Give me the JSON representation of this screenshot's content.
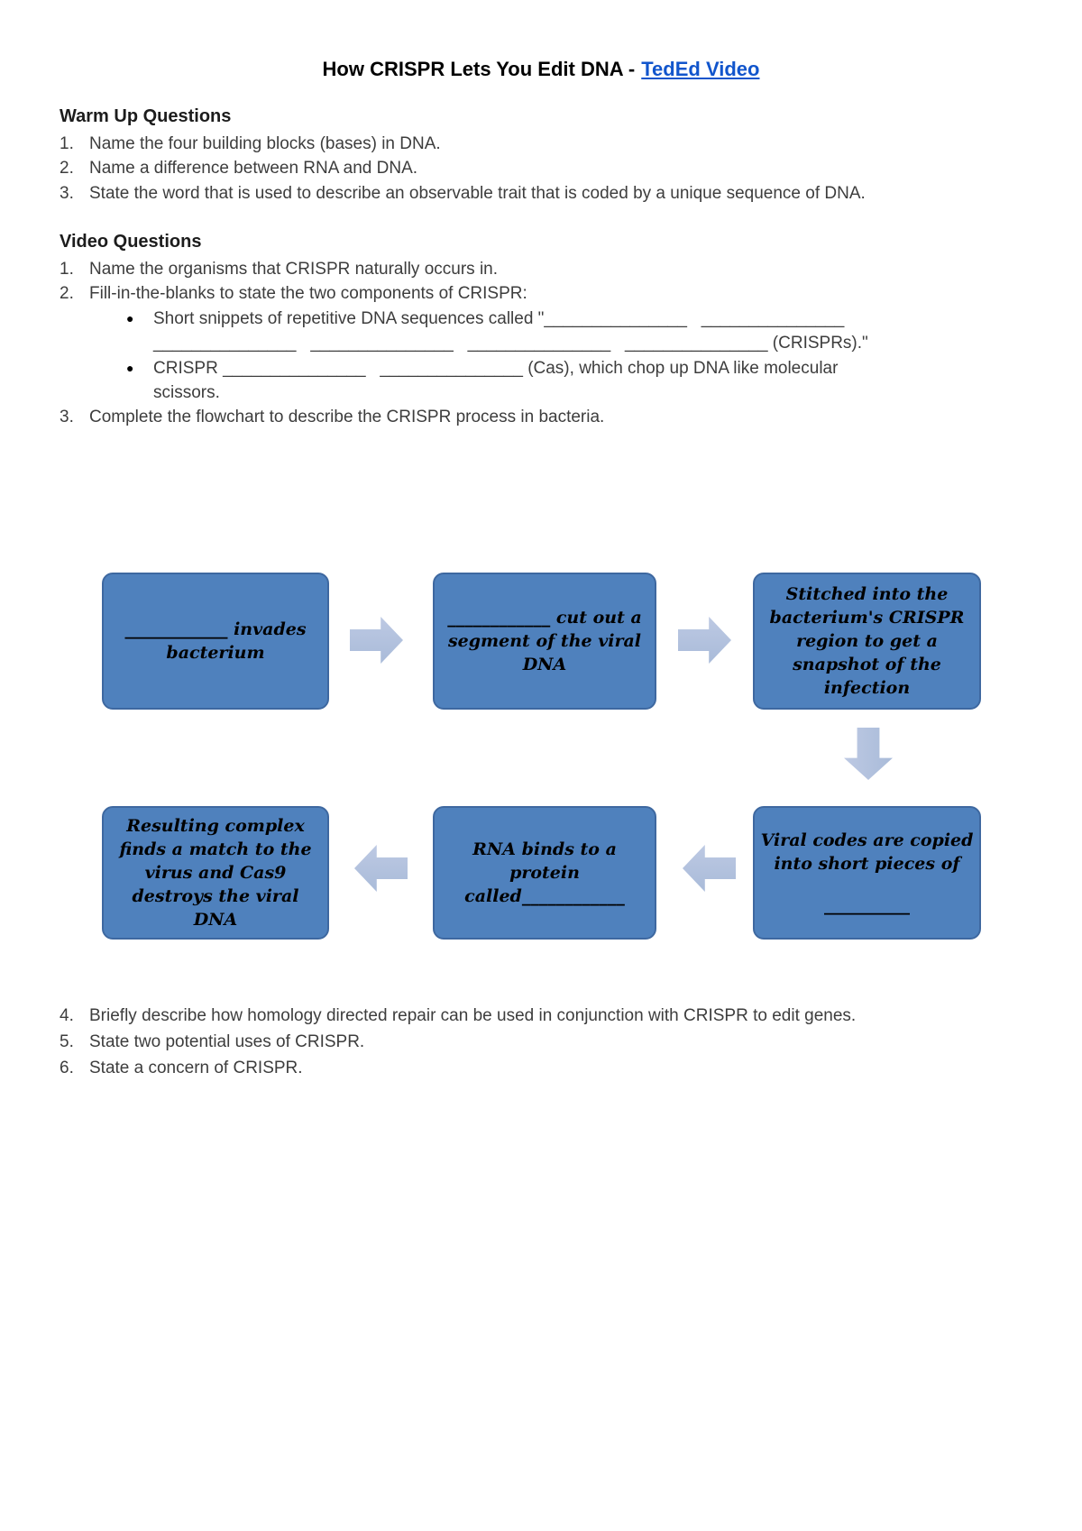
{
  "title": {
    "text": "How CRISPR Lets You Edit DNA -",
    "link_label": "TedEd Video"
  },
  "warm_up": {
    "heading": "Warm Up Questions",
    "items": [
      {
        "num": "1.",
        "text": "Name the four building blocks (bases) in DNA."
      },
      {
        "num": "2.",
        "text": "Name a difference between RNA and DNA."
      },
      {
        "num": "3.",
        "text": "State the word that is used to describe an observable trait that is coded by a unique sequence of DNA."
      }
    ]
  },
  "video": {
    "heading": "Video Questions",
    "items": [
      {
        "num": "1.",
        "text": "Name the organisms that CRISPR naturally occurs in."
      },
      {
        "num": "2.",
        "text": "Fill-in-the-blanks to state the two components of CRISPR:"
      },
      {
        "num": "3.",
        "text": "Complete the flowchart to describe the CRISPR process in bacteria."
      }
    ],
    "bullets": [
      {
        "marker": "●",
        "line1": "Short snippets of repetitive DNA sequences called \"_______________   _______________",
        "line2": "_______________   _______________   _______________   _______________ (CRISPRs).\""
      },
      {
        "marker": "●",
        "line1": "CRISPR _______________   _______________ (Cas), which chop up DNA like molecular",
        "line2": "scissors."
      }
    ]
  },
  "flowchart": {
    "boxes": [
      {
        "lines": [
          "____________ invades",
          "bacterium"
        ]
      },
      {
        "lines": [
          "____________ cut out a",
          "segment of the viral",
          "DNA"
        ]
      },
      {
        "lines": [
          "Stitched into the",
          "bacterium's CRISPR",
          "region to get a",
          "snapshot of the",
          "infection"
        ]
      },
      {
        "lines": [
          "Viral codes are copied",
          "into short pieces of",
          "__________"
        ]
      },
      {
        "lines": [
          "RNA binds to a protein",
          "called____________"
        ]
      },
      {
        "lines": [
          "Resulting complex",
          "finds a match to the",
          "virus and Cas9",
          "destroys the viral DNA"
        ]
      }
    ],
    "colors": {
      "box_fill": "#4f81bd",
      "box_border": "#3e68a0",
      "arrow_fill": "#b2c2dd"
    }
  },
  "post_questions": [
    {
      "num": "4.",
      "text": "Briefly describe how homology directed repair can be used in conjunction with CRISPR to edit genes."
    },
    {
      "num": "5.",
      "text": "State two potential uses of CRISPR."
    },
    {
      "num": "6.",
      "text": "State a concern of CRISPR."
    }
  ]
}
